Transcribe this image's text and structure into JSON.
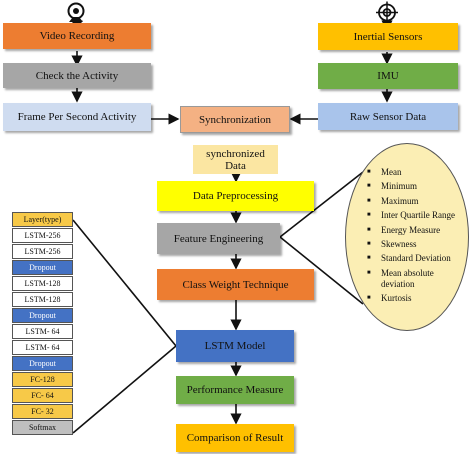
{
  "top_left": {
    "video_recording": "Video Recording",
    "check_activity": "Check the Activity",
    "frame_per_second": "Frame Per Second Activity"
  },
  "top_right": {
    "inertial_sensors": "Inertial Sensors",
    "imu": "IMU",
    "raw_sensor_data": "Raw Sensor Data"
  },
  "center": {
    "synchronization": "Synchronization",
    "synchronized_data": "synchronized\nData",
    "data_preprocessing": "Data Preprocessing",
    "feature_engineering": "Feature Engineering",
    "class_weight": "Class Weight Technique",
    "lstm_model": "LSTM Model",
    "performance": "Performance Measure",
    "comparison": "Comparison of Result"
  },
  "features": [
    "Mean",
    "Minimum",
    "Maximum",
    "Inter Quartile Range",
    "Energy Measure",
    "Skewness",
    "Standard Deviation",
    "Mean absolute deviation",
    "Kurtosis"
  ],
  "layers": [
    {
      "label": "Layer(type)",
      "color": "#f7c948"
    },
    {
      "label": "LSTM-256",
      "color": "#ffffff"
    },
    {
      "label": "LSTM-256",
      "color": "#ffffff"
    },
    {
      "label": "Dropout",
      "color": "#4472c4"
    },
    {
      "label": "LSTM-128",
      "color": "#ffffff"
    },
    {
      "label": "LSTM-128",
      "color": "#ffffff"
    },
    {
      "label": "Dropout",
      "color": "#4472c4"
    },
    {
      "label": "LSTM- 64",
      "color": "#ffffff"
    },
    {
      "label": "LSTM- 64",
      "color": "#ffffff"
    },
    {
      "label": "Dropout",
      "color": "#4472c4"
    },
    {
      "label": "FC-128",
      "color": "#f7c948"
    },
    {
      "label": "FC- 64",
      "color": "#f7c948"
    },
    {
      "label": "FC- 32",
      "color": "#f7c948"
    },
    {
      "label": "Softmax",
      "color": "#bfbfbf"
    }
  ],
  "icons": [
    "webcam-icon",
    "sensor-target-icon"
  ],
  "colors": {
    "orange": "#ed7d31",
    "gray": "#a6a6a6",
    "light_blue": "#b4c7e7",
    "light_orange": "#f4b183",
    "light_yellow": "#fbe6a2",
    "yellow": "#ffff00",
    "green": "#70ad47",
    "steel_blue": "#4472c4",
    "gold": "#ffc000"
  }
}
